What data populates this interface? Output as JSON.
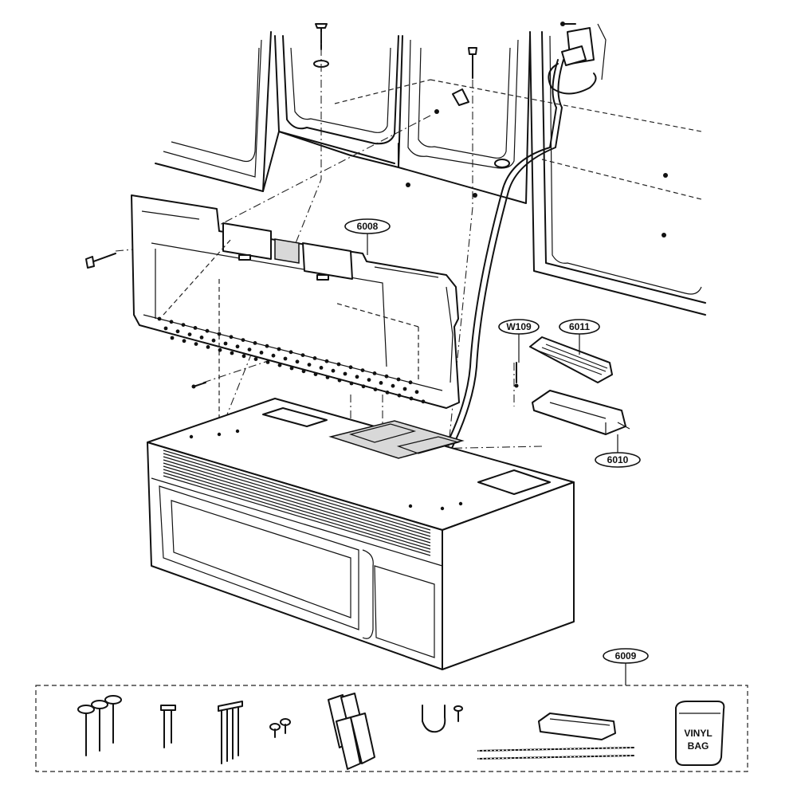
{
  "callouts": {
    "mounting_plate": "6008",
    "wire_screw": "W109",
    "damper_cover": "6011",
    "damper_housing": "6010",
    "hardware_kit": "6009"
  },
  "kit": {
    "bag_line1": "VINYL",
    "bag_line2": "BAG"
  }
}
